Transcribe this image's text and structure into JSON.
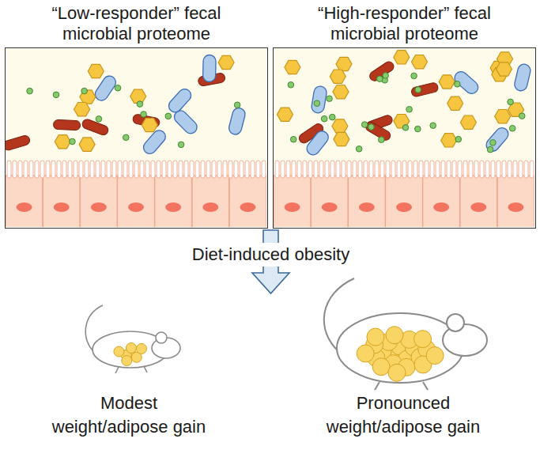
{
  "diagram": {
    "nodes": [
      {
        "text": [
          "“Low-responder” fecal microbial proteome"
        ]
      },
      {
        "text": [
          "“High-responder” fecal microbial proteome"
        ]
      }
    ],
    "labels": [
      "Diet-induced obesity",
      "Modest weight/adipose gain",
      "Pronounced weight/adipose gain"
    ]
  }
}
